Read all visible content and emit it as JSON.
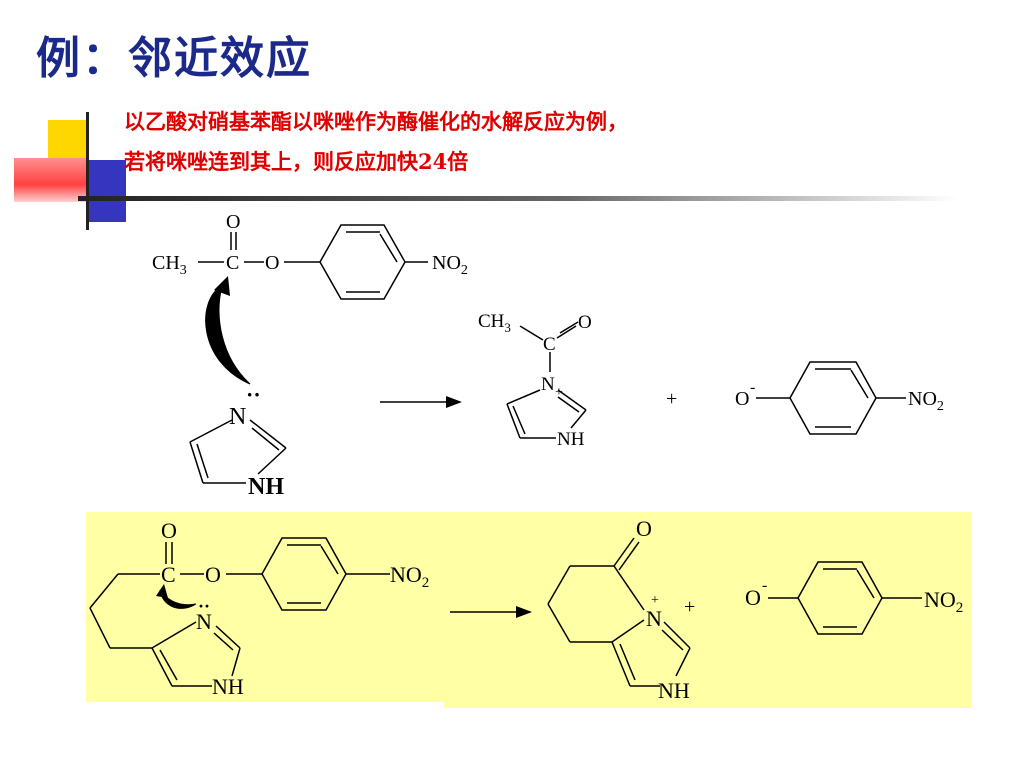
{
  "slide": {
    "title": "例：邻近效应",
    "subtitle_line1": "以乙酸对硝基苯酯以咪唑作为酶催化的水解反应为例，",
    "subtitle_line2": "若将咪唑连到其上，则反应加快24倍"
  },
  "colors": {
    "title": "#1b2a8a",
    "subtitle": "#e00000",
    "highlight": "#ffffa6",
    "deco_yellow": "#ffd700",
    "deco_blue": "#3030c8",
    "deco_red": "#ff5050"
  },
  "reaction1": {
    "ester": {
      "o_top": "O",
      "ch3": "CH",
      "ch3_sub": "3",
      "c": "C",
      "o_link": "O",
      "no2": "NO",
      "no2_sub": "2"
    },
    "imidazole": {
      "n": "N",
      "lone_pair": "··",
      "nh": "NH"
    },
    "product_acyl": {
      "ch3": "CH",
      "ch3_sub": "3",
      "o": "O",
      "c": "C",
      "n": "N",
      "charge": "+",
      "nh": "NH"
    },
    "plus": "+",
    "phenoxide": {
      "o": "O",
      "charge": "-",
      "no2": "NO",
      "no2_sub": "2"
    }
  },
  "reaction2": {
    "reactant": {
      "o_top": "O",
      "c": "C",
      "o_link": "O",
      "no2": "NO",
      "no2_sub": "2",
      "n": "N",
      "lone_pair": "··",
      "nh": "NH"
    },
    "product": {
      "o": "O",
      "n": "N",
      "charge": "+",
      "nh": "NH"
    },
    "plus": "+",
    "phenoxide": {
      "o": "O",
      "charge": "-",
      "no2": "NO",
      "no2_sub": "2"
    }
  }
}
